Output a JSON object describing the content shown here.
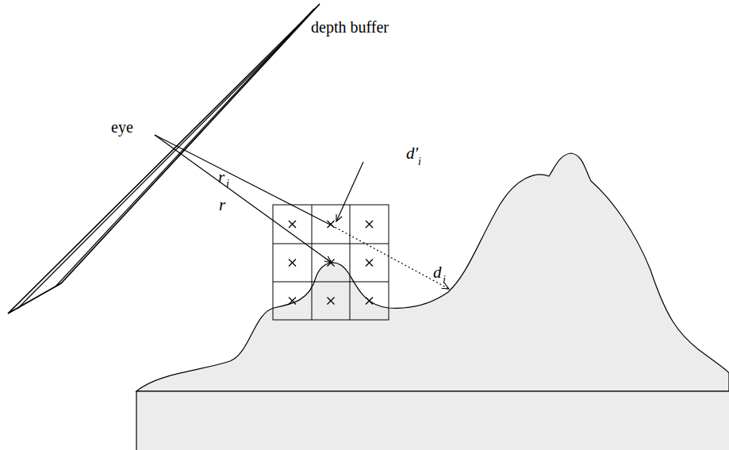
{
  "diagram": {
    "labels": [
      "depth buffer",
      "eye",
      "r",
      "i",
      "r",
      "d′",
      "i",
      "d",
      "i"
    ]
  }
}
